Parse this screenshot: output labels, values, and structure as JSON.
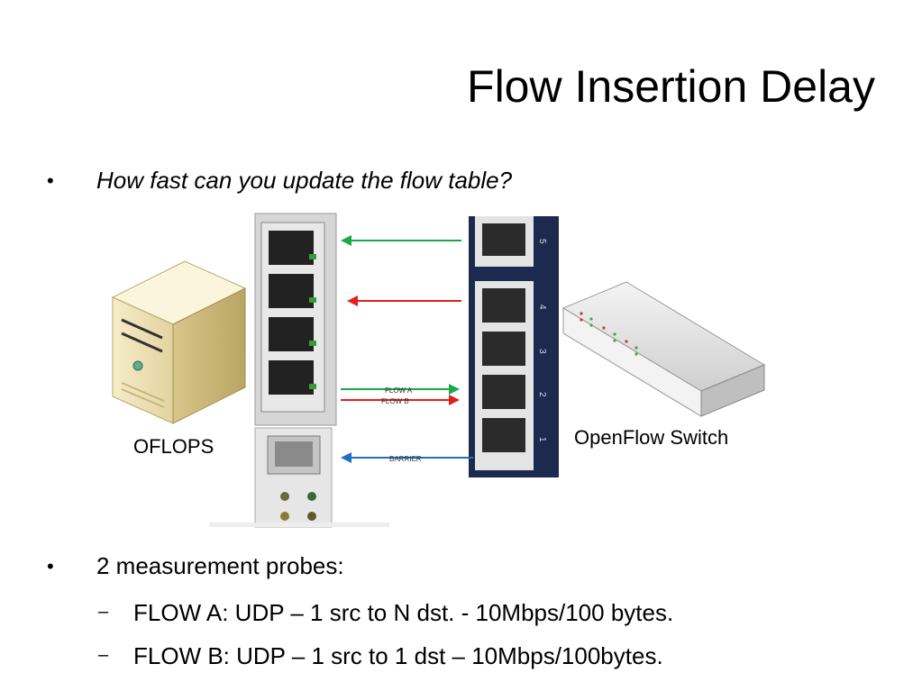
{
  "slide": {
    "title": "Flow Insertion Delay",
    "bullets": [
      {
        "marker": "•",
        "text": "How fast can you update the flow table?"
      },
      {
        "marker": "•",
        "text": "2 measurement probes:"
      }
    ],
    "sub_bullets": [
      {
        "marker": "–",
        "text": "FLOW A: UDP – 1 src to N dst. - 10Mbps/100 bytes."
      },
      {
        "marker": "–",
        "text": "FLOW B: UDP – 1 src to 1 dst – 10Mbps/100bytes."
      }
    ]
  },
  "diagram": {
    "server_label": "OFLOPS",
    "switch_label": "OpenFlow Switch",
    "flow_a_label": "FLOW A",
    "flow_b_label": "FLOW B",
    "barrier_label": "BARRIER",
    "port_numbers": [
      "5",
      "4",
      "3",
      "2",
      "1"
    ],
    "colors": {
      "green_arrow": "#1aa84a",
      "red_arrow": "#e0201c",
      "blue_arrow": "#1f6fc0",
      "switch_panel": "#1d2a4f"
    }
  }
}
